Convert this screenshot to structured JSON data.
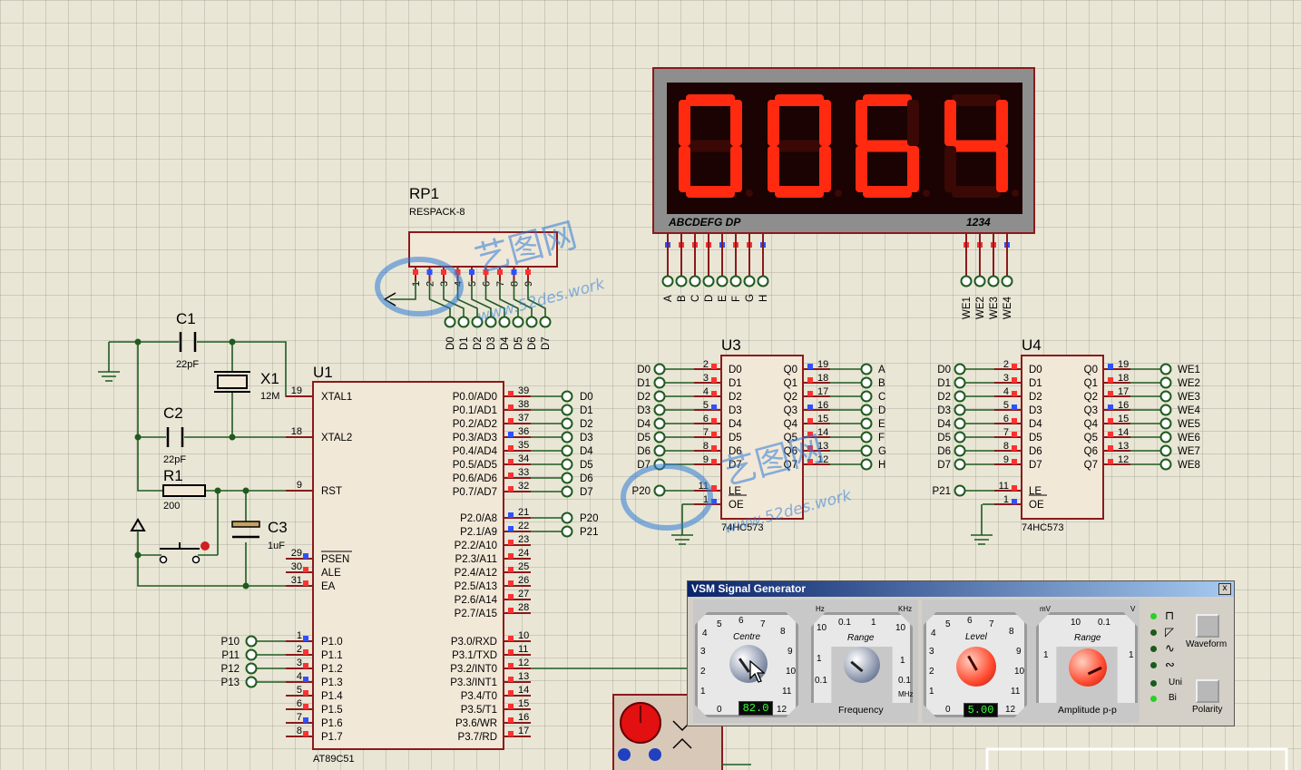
{
  "u1": {
    "ref": "U1",
    "part": "AT89C51",
    "left_pins": [
      {
        "num": "19",
        "name": "XTAL1"
      },
      {
        "num": "18",
        "name": "XTAL2"
      },
      {
        "num": "9",
        "name": "RST"
      },
      {
        "num": "29",
        "name": "PSEN"
      },
      {
        "num": "30",
        "name": "ALE"
      },
      {
        "num": "31",
        "name": "EA"
      },
      {
        "num": "1",
        "name": "P1.0"
      },
      {
        "num": "2",
        "name": "P1.1"
      },
      {
        "num": "3",
        "name": "P1.2"
      },
      {
        "num": "4",
        "name": "P1.3"
      },
      {
        "num": "5",
        "name": "P1.4"
      },
      {
        "num": "6",
        "name": "P1.5"
      },
      {
        "num": "7",
        "name": "P1.6"
      },
      {
        "num": "8",
        "name": "P1.7"
      }
    ],
    "right_pins": [
      {
        "num": "39",
        "name": "P0.0/AD0"
      },
      {
        "num": "38",
        "name": "P0.1/AD1"
      },
      {
        "num": "37",
        "name": "P0.2/AD2"
      },
      {
        "num": "36",
        "name": "P0.3/AD3"
      },
      {
        "num": "35",
        "name": "P0.4/AD4"
      },
      {
        "num": "34",
        "name": "P0.5/AD5"
      },
      {
        "num": "33",
        "name": "P0.6/AD6"
      },
      {
        "num": "32",
        "name": "P0.7/AD7"
      },
      {
        "num": "21",
        "name": "P2.0/A8"
      },
      {
        "num": "22",
        "name": "P2.1/A9"
      },
      {
        "num": "23",
        "name": "P2.2/A10"
      },
      {
        "num": "24",
        "name": "P2.3/A11"
      },
      {
        "num": "25",
        "name": "P2.4/A12"
      },
      {
        "num": "26",
        "name": "P2.5/A13"
      },
      {
        "num": "27",
        "name": "P2.6/A14"
      },
      {
        "num": "28",
        "name": "P2.7/A15"
      },
      {
        "num": "10",
        "name": "P3.0/RXD"
      },
      {
        "num": "11",
        "name": "P3.1/TXD"
      },
      {
        "num": "12",
        "name": "P3.2/INT0"
      },
      {
        "num": "13",
        "name": "P3.3/INT1"
      },
      {
        "num": "14",
        "name": "P3.4/T0"
      },
      {
        "num": "15",
        "name": "P3.5/T1"
      },
      {
        "num": "16",
        "name": "P3.6/WR"
      },
      {
        "num": "17",
        "name": "P3.7/RD"
      }
    ],
    "p0_terms": [
      "D0",
      "D1",
      "D2",
      "D3",
      "D4",
      "D5",
      "D6",
      "D7"
    ],
    "p2_terms": [
      "P20",
      "P21"
    ],
    "p1_terms": [
      "P10",
      "P11",
      "P12",
      "P13"
    ]
  },
  "parts": {
    "c1": {
      "ref": "C1",
      "value": "22pF"
    },
    "c2": {
      "ref": "C2",
      "value": "22pF"
    },
    "x1": {
      "ref": "X1",
      "value": "12M"
    },
    "r1": {
      "ref": "R1",
      "value": "200"
    },
    "c3": {
      "ref": "C3",
      "value": "1uF"
    },
    "rp1": {
      "ref": "RP1",
      "value": "RESPACK-8",
      "pins": [
        "1",
        "2",
        "3",
        "4",
        "5",
        "6",
        "7",
        "8",
        "9"
      ],
      "terms": [
        "D0",
        "D1",
        "D2",
        "D3",
        "D4",
        "D5",
        "D6",
        "D7"
      ]
    }
  },
  "display": {
    "digits": "0064",
    "seg_label": "ABCDEFG  DP",
    "com_label": "1234",
    "seg_terms": [
      "A",
      "B",
      "C",
      "D",
      "E",
      "F",
      "G",
      "H"
    ],
    "com_terms": [
      "WE1",
      "WE2",
      "WE3",
      "WE4"
    ]
  },
  "u3": {
    "ref": "U3",
    "part": "74HC573",
    "in_pins": [
      {
        "num": "2",
        "name": "D0"
      },
      {
        "num": "3",
        "name": "D1"
      },
      {
        "num": "4",
        "name": "D2"
      },
      {
        "num": "5",
        "name": "D3"
      },
      {
        "num": "6",
        "name": "D4"
      },
      {
        "num": "7",
        "name": "D5"
      },
      {
        "num": "8",
        "name": "D6"
      },
      {
        "num": "9",
        "name": "D7"
      }
    ],
    "out_pins": [
      {
        "num": "19",
        "name": "Q0"
      },
      {
        "num": "18",
        "name": "Q1"
      },
      {
        "num": "17",
        "name": "Q2"
      },
      {
        "num": "16",
        "name": "Q3"
      },
      {
        "num": "15",
        "name": "Q4"
      },
      {
        "num": "14",
        "name": "Q5"
      },
      {
        "num": "13",
        "name": "Q6"
      },
      {
        "num": "12",
        "name": "Q7"
      }
    ],
    "ctl_pins": [
      {
        "num": "11",
        "name": "LE"
      },
      {
        "num": "1",
        "name": "OE"
      }
    ],
    "in_terms": [
      "D0",
      "D1",
      "D2",
      "D3",
      "D4",
      "D5",
      "D6",
      "D7"
    ],
    "le_term": "P20",
    "out_terms": [
      "A",
      "B",
      "C",
      "D",
      "E",
      "F",
      "G",
      "H"
    ]
  },
  "u4": {
    "ref": "U4",
    "part": "74HC573",
    "in_pins": [
      {
        "num": "2",
        "name": "D0"
      },
      {
        "num": "3",
        "name": "D1"
      },
      {
        "num": "4",
        "name": "D2"
      },
      {
        "num": "5",
        "name": "D3"
      },
      {
        "num": "6",
        "name": "D4"
      },
      {
        "num": "7",
        "name": "D5"
      },
      {
        "num": "8",
        "name": "D6"
      },
      {
        "num": "9",
        "name": "D7"
      }
    ],
    "out_pins": [
      {
        "num": "19",
        "name": "Q0"
      },
      {
        "num": "18",
        "name": "Q1"
      },
      {
        "num": "17",
        "name": "Q2"
      },
      {
        "num": "16",
        "name": "Q3"
      },
      {
        "num": "15",
        "name": "Q4"
      },
      {
        "num": "14",
        "name": "Q5"
      },
      {
        "num": "13",
        "name": "Q6"
      },
      {
        "num": "12",
        "name": "Q7"
      }
    ],
    "ctl_pins": [
      {
        "num": "11",
        "name": "LE"
      },
      {
        "num": "1",
        "name": "OE"
      }
    ],
    "in_terms": [
      "D0",
      "D1",
      "D2",
      "D3",
      "D4",
      "D5",
      "D6",
      "D7"
    ],
    "le_term": "P21",
    "out_terms": [
      "WE1",
      "WE2",
      "WE3",
      "WE4",
      "WE5",
      "WE6",
      "WE7",
      "WE8"
    ]
  },
  "watermark": {
    "cn": "艺图网",
    "url": "www.52des.work"
  },
  "siggen": {
    "title": "VSM Signal Generator",
    "close": "x",
    "freq": {
      "centre_label": "Centre",
      "centre_ticks": [
        "5",
        "6",
        "7",
        "8",
        "9",
        "10",
        "11",
        "12",
        "0",
        "1",
        "2",
        "3",
        "4"
      ],
      "centre_value": "82.0",
      "range_label": "Range",
      "range_ticks": [
        "0.1",
        "1",
        "10",
        "1",
        "0.1"
      ],
      "range_unit_left": "Hz",
      "range_unit_right": "KHz",
      "range_unit_bottom": "MHz",
      "range_side": [
        "10",
        "1",
        "0.1"
      ],
      "range_right": [
        "10",
        "1"
      ],
      "footer": "Frequency"
    },
    "amp": {
      "level_label": "Level",
      "level_ticks": [
        "5",
        "6",
        "7",
        "8",
        "9",
        "10",
        "11",
        "12",
        "0",
        "1",
        "2",
        "3",
        "4"
      ],
      "level_value": "5.00",
      "range_label": "Range",
      "range_unit_left": "mV",
      "range_unit_right": "V",
      "range_ticks": [
        "10",
        "0.1"
      ],
      "range_side": [
        "1",
        "1"
      ],
      "footer": "Amplitude  p-p"
    },
    "waveform_label": "Waveform",
    "uni_label": "Uni",
    "bi_label": "Bi",
    "polarity_label": "Polarity"
  }
}
